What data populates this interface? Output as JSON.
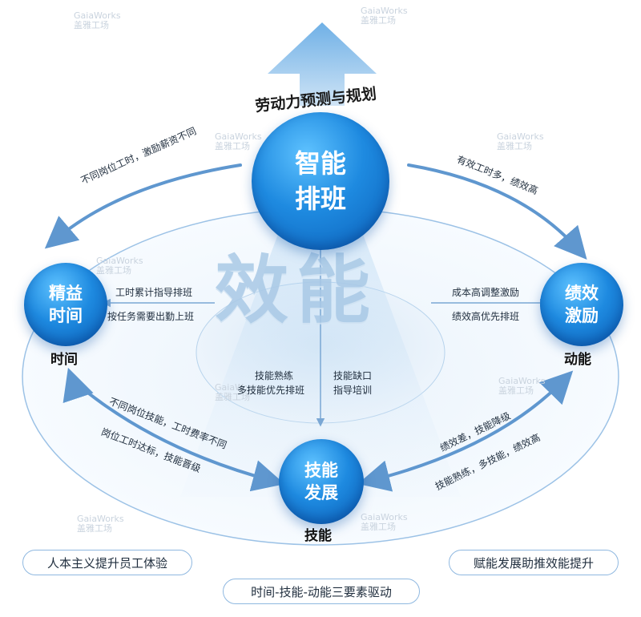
{
  "top_title": "劳动力预测与规划",
  "center_word": "效能",
  "nodes": {
    "top": {
      "line1": "智能",
      "line2": "排班"
    },
    "left": {
      "line1": "精益",
      "line2": "时间",
      "caption": "时间"
    },
    "right": {
      "line1": "绩效",
      "line2": "激励",
      "caption": "动能"
    },
    "bottom": {
      "line1": "技能",
      "line2": "发展",
      "caption": "技能"
    }
  },
  "arcs": {
    "top_left": "不同岗位工时，激励薪资不同",
    "top_right": "有效工时多，绩效高",
    "left_bottom_1": "不同岗位技能，工时费率不同",
    "left_bottom_2": "岗位工时达标，技能晋级",
    "right_bottom_1": "绩效差，技能降级",
    "right_bottom_2": "技能熟练，多技能，绩效高"
  },
  "inner": {
    "left_1": "工时累计指导排班",
    "left_2": "按任务需要出勤上班",
    "right_1": "成本高调整激励",
    "right_2": "绩效高优先排班",
    "center_left_1": "技能熟练",
    "center_left_2": "多技能优先排班",
    "center_right_1": "技能缺口",
    "center_right_2": "指导培训"
  },
  "pills": {
    "left": "人本主义提升员工体验",
    "right": "赋能发展助推效能提升",
    "bottom": "时间-技能-动能三要素驱动"
  },
  "watermark": {
    "line1": "GaiaWorks",
    "line2": "盖雅工场"
  }
}
